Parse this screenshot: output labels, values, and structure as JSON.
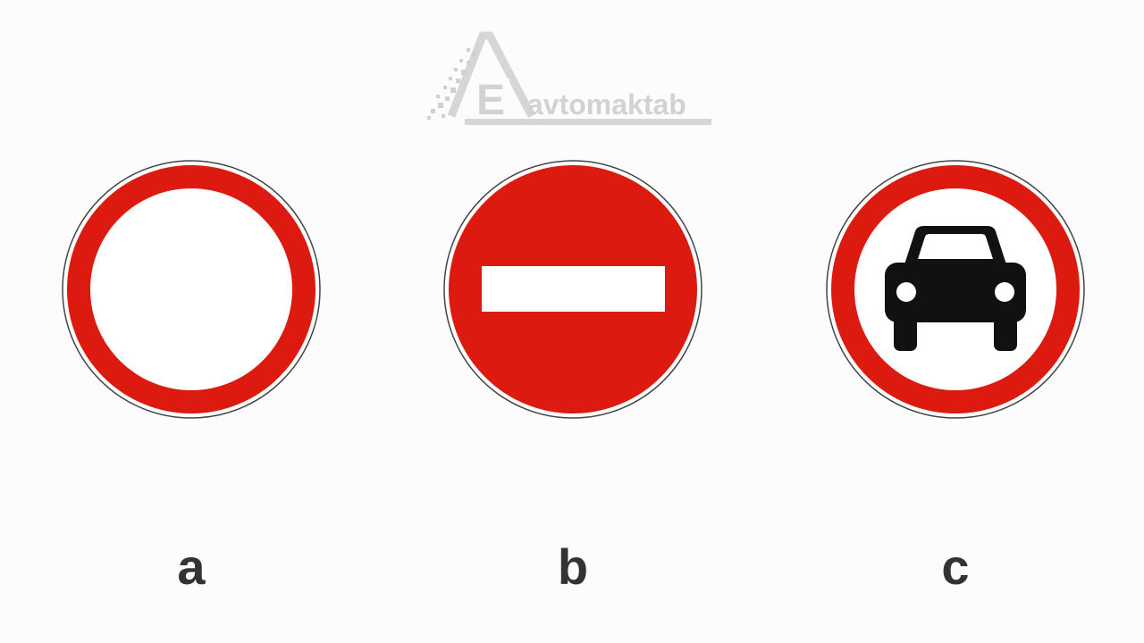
{
  "watermark": {
    "letter": "E",
    "brand": "avtomaktab"
  },
  "signs": [
    {
      "label": "a",
      "icon": "no-vehicles-sign-icon"
    },
    {
      "label": "b",
      "icon": "no-entry-sign-icon"
    },
    {
      "label": "c",
      "icon": "no-motor-vehicles-sign-icon"
    }
  ],
  "colors": {
    "sign_red": "#dd1a10",
    "sign_white": "#ffffff",
    "symbol_black": "#111111",
    "label_text": "#333333",
    "watermark_gray": "#d2d2d2"
  }
}
